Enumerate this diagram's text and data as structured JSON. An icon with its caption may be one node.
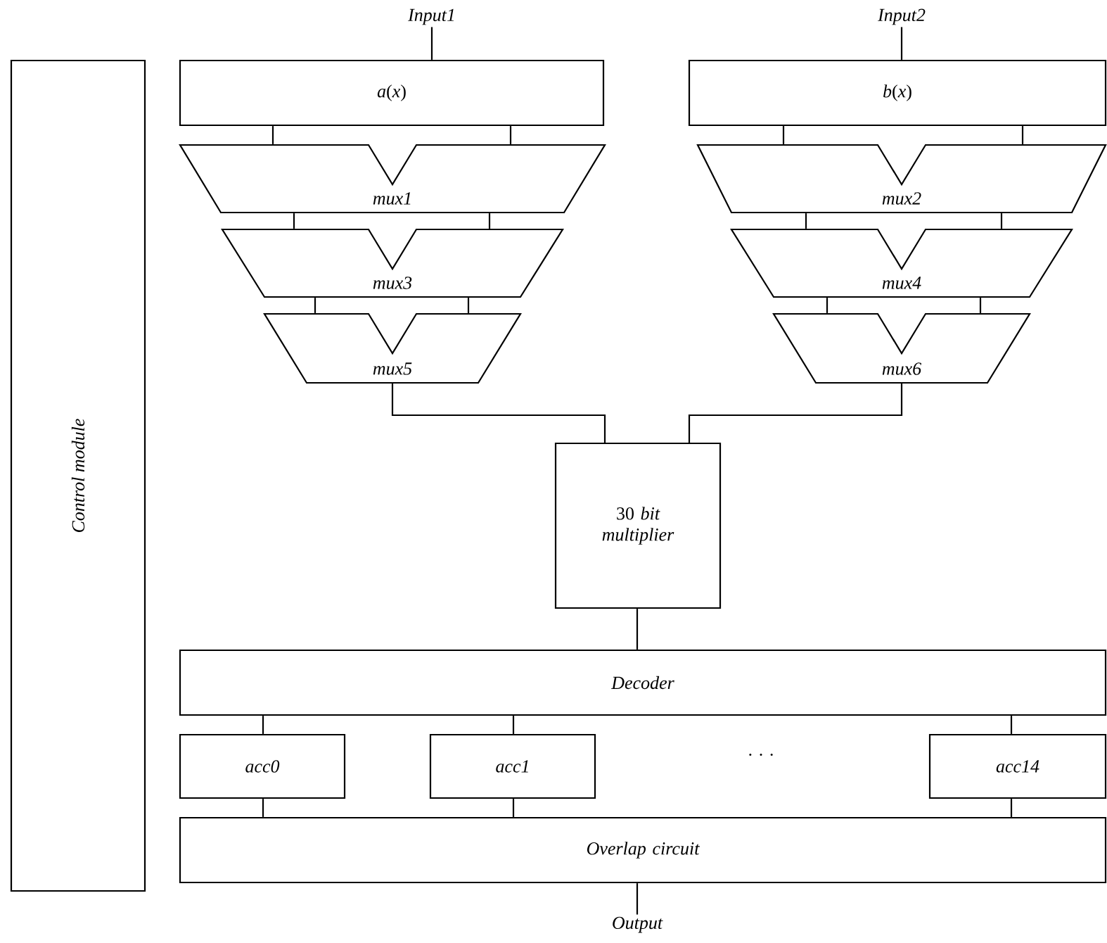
{
  "diagram": {
    "nodes": [
      {
        "text": [
          "Control module"
        ]
      },
      {
        "text": [
          "Input1"
        ]
      },
      {
        "text": [
          "*a*(*x*)"
        ]
      },
      {
        "text": [
          "mux1"
        ]
      },
      {
        "text": [
          "mux3"
        ]
      },
      {
        "text": [
          "mux5"
        ]
      },
      {
        "text": [
          "Input2"
        ]
      },
      {
        "text": [
          "*b*(*x*)"
        ]
      },
      {
        "text": [
          "mux2"
        ]
      },
      {
        "text": [
          "mux4"
        ]
      },
      {
        "text": [
          "mux6"
        ]
      },
      {
        "text": [
          "30 *bit multiplier*"
        ]
      },
      {
        "text": [
          "Decoder"
        ]
      },
      {
        "text": [
          "acc0"
        ]
      },
      {
        "text": [
          "acc1"
        ]
      },
      {
        "text": [
          "acc14"
        ]
      },
      {
        "text": [
          "Overlap circuit"
        ]
      },
      {
        "text": [
          "Output"
        ]
      }
    ],
    "edges": [
      {
        "from": 1,
        "to": 2,
        "arrow": "none"
      },
      {
        "from": 2,
        "to": 3,
        "arrow": "none"
      },
      {
        "from": 2,
        "to": 3,
        "arrow": "none"
      },
      {
        "from": 3,
        "to": 4,
        "arrow": "none"
      },
      {
        "from": 3,
        "to": 4,
        "arrow": "none"
      },
      {
        "from": 4,
        "to": 5,
        "arrow": "none"
      },
      {
        "from": 4,
        "to": 5,
        "arrow": "none"
      },
      {
        "from": 5,
        "to": 11,
        "arrow": "none"
      },
      {
        "from": 6,
        "to": 7,
        "arrow": "none"
      },
      {
        "from": 7,
        "to": 8,
        "arrow": "none"
      },
      {
        "from": 7,
        "to": 8,
        "arrow": "none"
      },
      {
        "from": 8,
        "to": 9,
        "arrow": "none"
      },
      {
        "from": 8,
        "to": 9,
        "arrow": "none"
      },
      {
        "from": 9,
        "to": 10,
        "arrow": "none"
      },
      {
        "from": 9,
        "to": 10,
        "arrow": "none"
      },
      {
        "from": 10,
        "to": 11,
        "arrow": "none"
      },
      {
        "from": 11,
        "to": 12,
        "arrow": "none"
      },
      {
        "from": 12,
        "to": 13,
        "arrow": "none"
      },
      {
        "from": 12,
        "to": 14,
        "arrow": "none"
      },
      {
        "from": 12,
        "to": 15,
        "arrow": "none"
      },
      {
        "from": 13,
        "to": 16,
        "arrow": "none"
      },
      {
        "from": 14,
        "to": 16,
        "arrow": "none"
      },
      {
        "from": 15,
        "to": 16,
        "arrow": "none"
      },
      {
        "from": 16,
        "to": 17,
        "arrow": "none"
      }
    ],
    "labels": [
      "· · ·"
    ]
  }
}
